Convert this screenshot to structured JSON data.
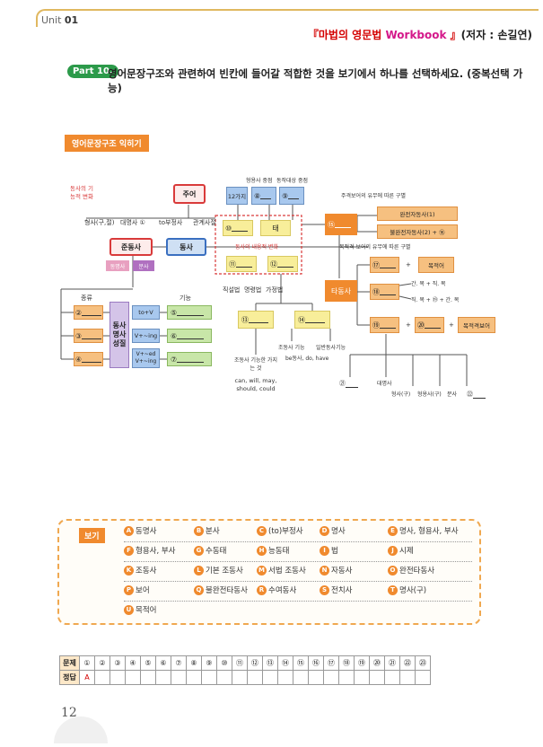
{
  "header": {
    "unit_label": "Unit",
    "unit_num": "01",
    "workbook_open": "『마법의 영문법 ",
    "workbook_name": "Workbook",
    "workbook_close": " 』",
    "author": "(저자 : 손길연)"
  },
  "question": {
    "part": "Part 10.",
    "text": "영어문장구조와 관련하여 빈칸에 들어갈 적합한 것을 보기에서 하나를 선택하세요. (중복선택 가능)"
  },
  "section_title": "영어문장구조 익히기",
  "diagram": {
    "left_note": "동사의 기능적 변화",
    "subject": "주어",
    "subject_items": [
      "형사(구,절)",
      "대명사 ①",
      "to부정사",
      "관계사절"
    ],
    "verbal": "준동사",
    "verb": "동사",
    "gerund_row": [
      "동명사",
      "분사"
    ],
    "col_form": "종류",
    "col_func": "기능",
    "nva_box": "동사 명사 성질",
    "forms": [
      "to+V",
      "V+~ing",
      "V+~ed V+~ing"
    ],
    "blanks_left": [
      "②",
      "③",
      "④"
    ],
    "blanks_func": [
      "⑤",
      "⑥",
      "⑦"
    ],
    "top_labels": [
      "형용사 중점",
      "동작대상 중점"
    ],
    "top_boxes": [
      "12가지",
      "⑧",
      "⑨"
    ],
    "mid_boxes": [
      "⑩",
      "태"
    ],
    "inner_note": "동사의 내용적 변화",
    "inner_boxes": [
      "⑪",
      "⑫"
    ],
    "mood_labels": [
      "직설법",
      "명령법",
      "가정법"
    ],
    "aux_blanks": [
      "⑬",
      "⑭"
    ],
    "aux_note": "조동사 기능한 가지는 것",
    "modals": "can, will, may, should, could",
    "aux_types": [
      "조동사 기능",
      "일반동사기능"
    ],
    "be_do_have": "be동사, do, have",
    "intrans_label": "주격보어의 유무에 따른 구별",
    "intrans_blank": "⑮",
    "complete_intrans": "완전자동사(1)",
    "incomplete_intrans": "불완전자동사(2) + ⑯",
    "trans_label": "목적격 보어의 유무에 따른 구별",
    "trans_box": "타동사",
    "trans_rows": [
      "⑰",
      "⑱",
      "⑲",
      "⑳"
    ],
    "obj_label": "목적어",
    "trans_row2": [
      "간. 목 + 직. 목",
      "직. 목 + ⑲ + 간. 목"
    ],
    "obj_comp": "목적격보어",
    "bottom_items": [
      "㉑",
      "대명사",
      "형사(구)",
      "형용사(구)",
      "분사",
      "㉒"
    ]
  },
  "bogi": {
    "tag": "보기",
    "options": [
      {
        "k": "A",
        "t": "동명사"
      },
      {
        "k": "B",
        "t": "분사"
      },
      {
        "k": "C",
        "t": "(to)부정사"
      },
      {
        "k": "D",
        "t": "명사"
      },
      {
        "k": "E",
        "t": "명사, 형용사, 부사"
      },
      {
        "k": "F",
        "t": "형용사, 부사"
      },
      {
        "k": "G",
        "t": "수동태"
      },
      {
        "k": "H",
        "t": "능동태"
      },
      {
        "k": "I",
        "t": "법"
      },
      {
        "k": "J",
        "t": "시제"
      },
      {
        "k": "K",
        "t": "조동사"
      },
      {
        "k": "L",
        "t": "기본 조동사"
      },
      {
        "k": "M",
        "t": "서법 조동사"
      },
      {
        "k": "N",
        "t": "자동사"
      },
      {
        "k": "O",
        "t": "완전타동사"
      },
      {
        "k": "P",
        "t": "보어"
      },
      {
        "k": "Q",
        "t": "불완전타동사"
      },
      {
        "k": "R",
        "t": "수여동사"
      },
      {
        "k": "S",
        "t": "전치사"
      },
      {
        "k": "T",
        "t": "명사(구)"
      },
      {
        "k": "U",
        "t": "목적어"
      }
    ]
  },
  "answer_table": {
    "row1_head": "문제",
    "row2_head": "정답",
    "nums": [
      "①",
      "②",
      "③",
      "④",
      "⑤",
      "⑥",
      "⑦",
      "⑧",
      "⑨",
      "⑩",
      "⑪",
      "⑫",
      "⑬",
      "⑭",
      "⑮",
      "⑯",
      "⑰",
      "⑱",
      "⑲",
      "⑳",
      "㉑",
      "㉒",
      "㉓"
    ],
    "answers": [
      "A",
      "",
      "",
      "",
      "",
      "",
      "",
      "",
      "",
      "",
      "",
      "",
      "",
      "",
      "",
      "",
      "",
      "",
      "",
      "",
      "",
      "",
      ""
    ]
  },
  "page_number": "12"
}
